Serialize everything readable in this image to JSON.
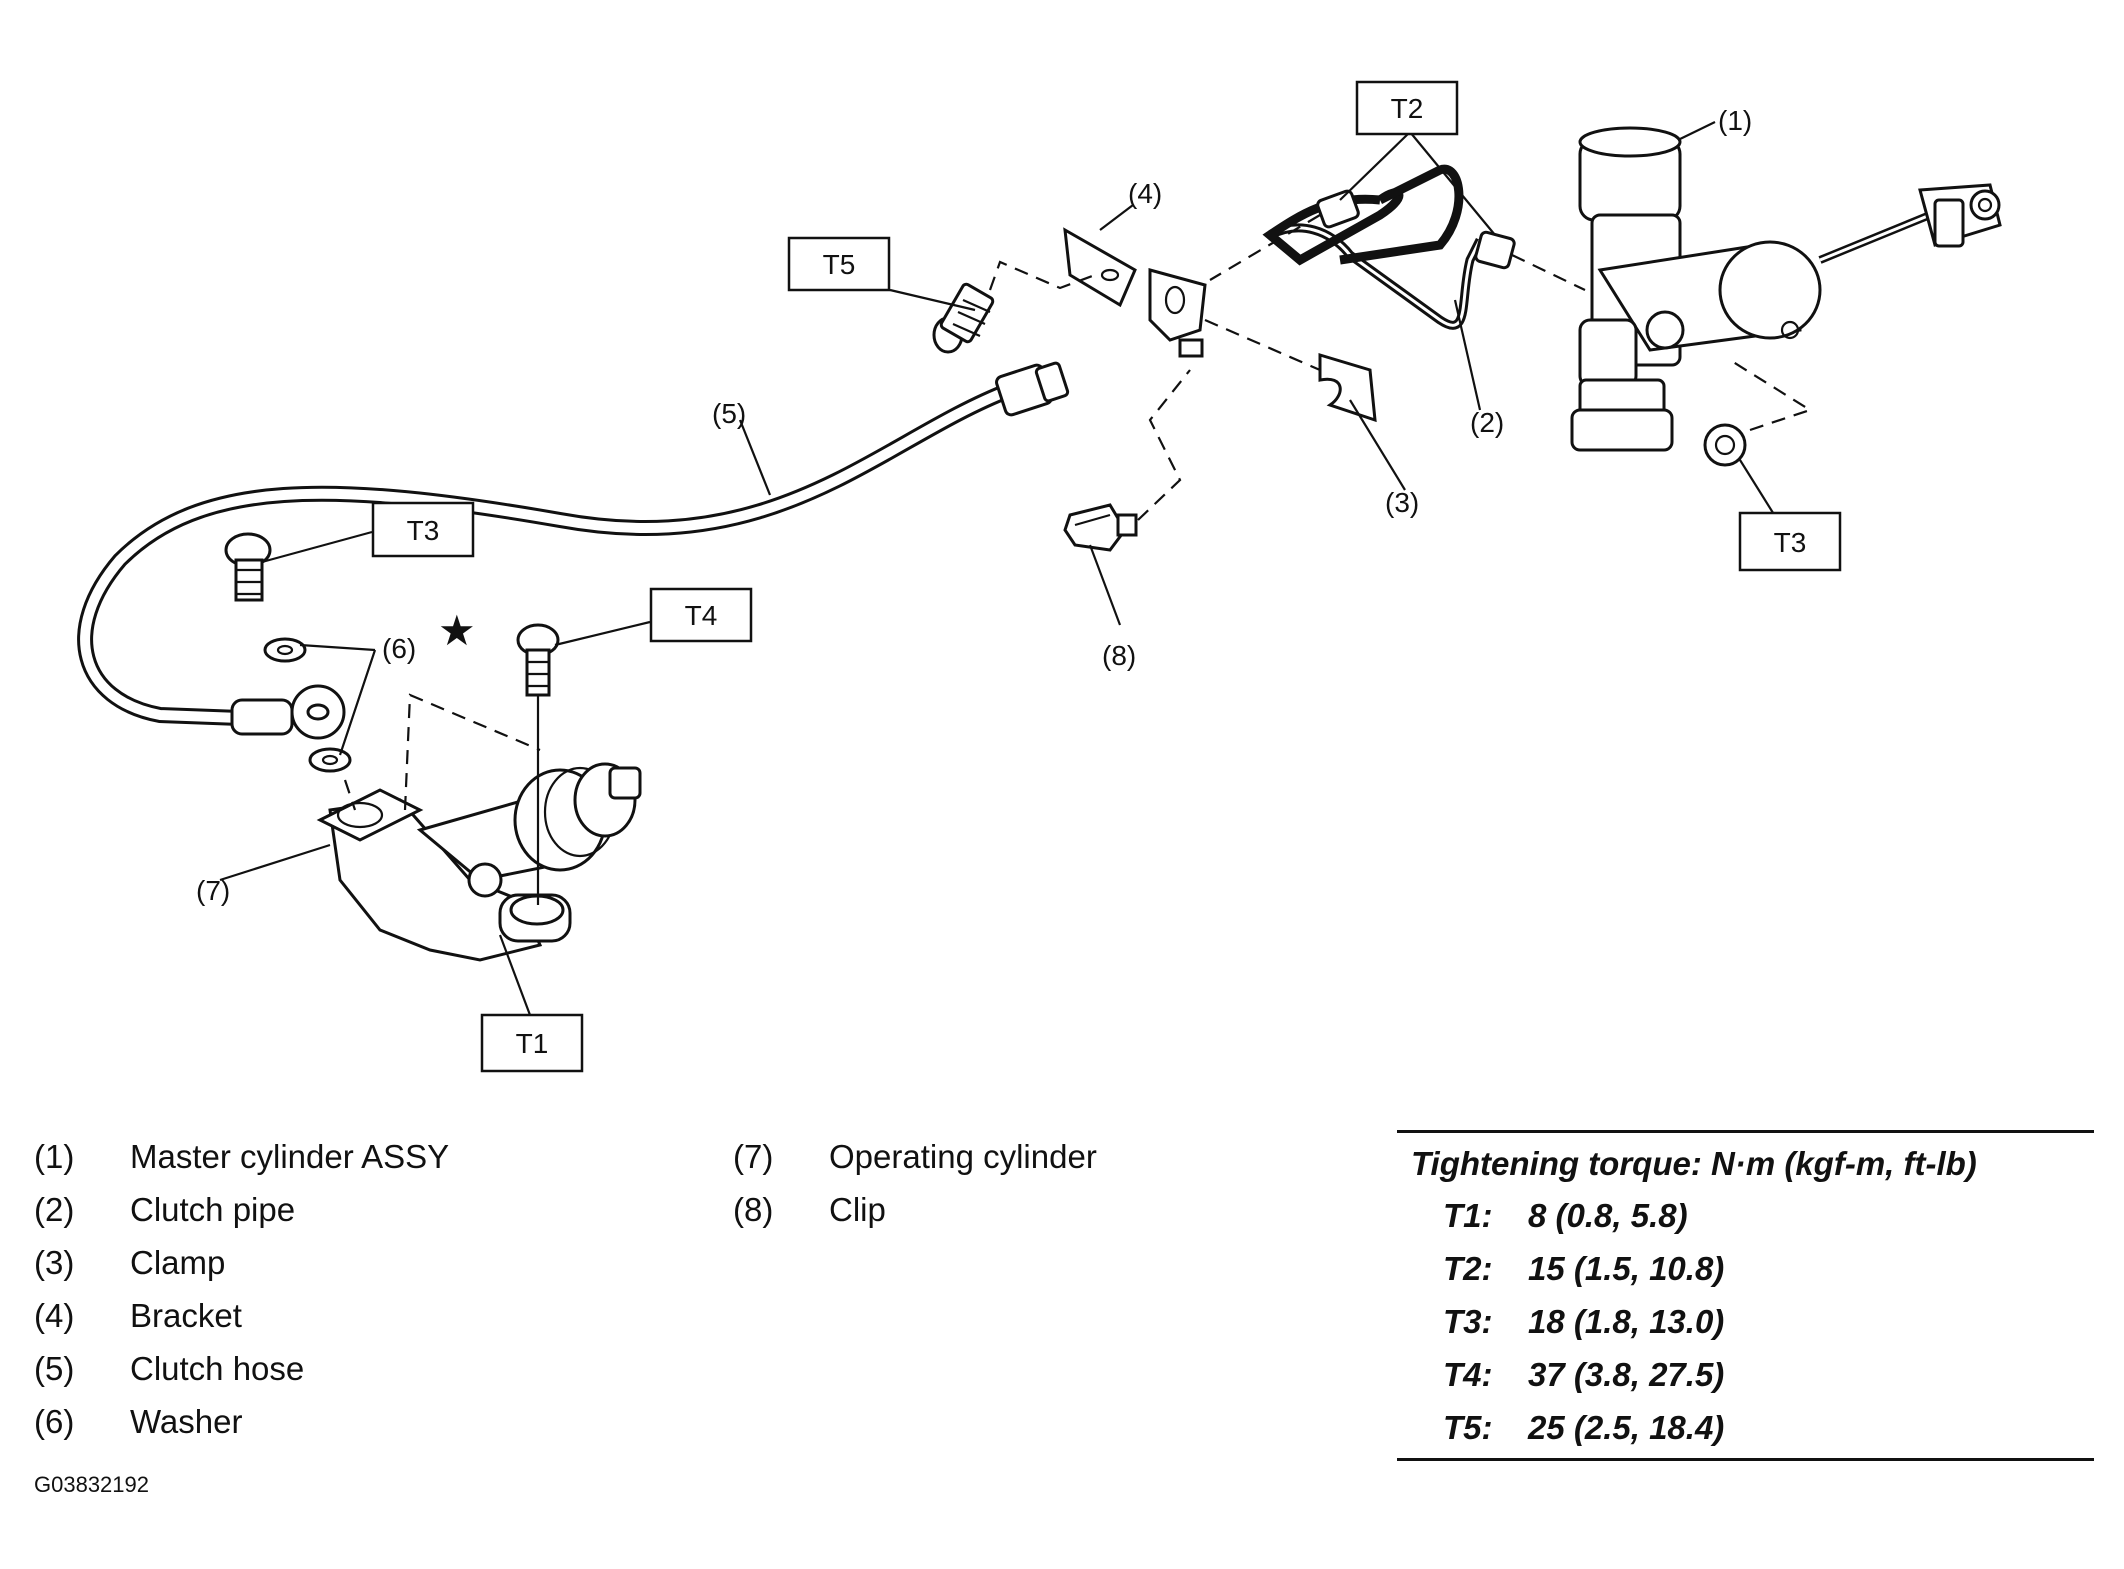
{
  "callouts": {
    "c1": "(1)",
    "c2": "(2)",
    "c3": "(3)",
    "c4": "(4)",
    "c5": "(5)",
    "c6": "(6)",
    "c7": "(7)",
    "c8": "(8)"
  },
  "torque_tags": {
    "t1": "T1",
    "t2": "T2",
    "t3a": "T3",
    "t3b": "T3",
    "t4": "T4",
    "t5": "T5"
  },
  "legend": {
    "left": [
      {
        "num": "(1)",
        "name": "Master cylinder ASSY"
      },
      {
        "num": "(2)",
        "name": "Clutch pipe"
      },
      {
        "num": "(3)",
        "name": "Clamp"
      },
      {
        "num": "(4)",
        "name": "Bracket"
      },
      {
        "num": "(5)",
        "name": "Clutch hose"
      },
      {
        "num": "(6)",
        "name": "Washer"
      }
    ],
    "right": [
      {
        "num": "(7)",
        "name": "Operating cylinder"
      },
      {
        "num": "(8)",
        "name": "Clip"
      }
    ]
  },
  "torque": {
    "title": "Tightening torque: N·m (kgf-m, ft-lb)",
    "rows": [
      {
        "key": "T1:",
        "value": "8 (0.8, 5.8)"
      },
      {
        "key": "T2:",
        "value": "15 (1.5, 10.8)"
      },
      {
        "key": "T3:",
        "value": "18 (1.8, 13.0)"
      },
      {
        "key": "T4:",
        "value": "37 (3.8, 27.5)"
      },
      {
        "key": "T5:",
        "value": "25 (2.5, 18.4)"
      }
    ]
  },
  "figure_code": "G03832192",
  "star_symbol": "★"
}
